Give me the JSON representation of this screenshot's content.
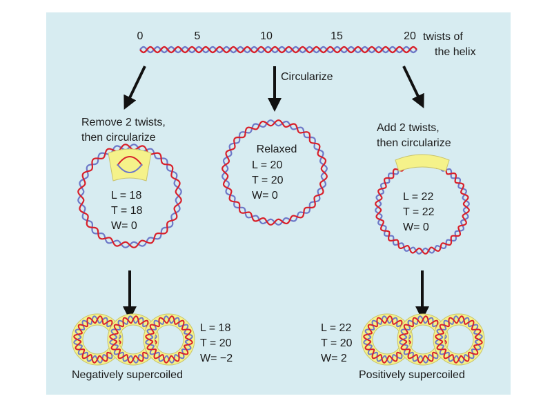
{
  "colors": {
    "background": "#d7ecf1",
    "strand_a": "#d8202a",
    "strand_b": "#6d78c8",
    "highlight": "#f5f28a",
    "arrow": "#111111"
  },
  "scale": {
    "ticks": [
      "0",
      "5",
      "10",
      "15",
      "20"
    ],
    "label_line1": "twists of",
    "label_line2": "the helix"
  },
  "center": {
    "action": "Circularize",
    "name": "Relaxed",
    "L": "L = 20",
    "T": "T = 20",
    "W": "W= 0"
  },
  "left": {
    "action_line1": "Remove 2 twists,",
    "action_line2": "then circularize",
    "L": "L = 18",
    "T": "T = 18",
    "W": "W= 0",
    "super": {
      "L": "L = 18",
      "T": "T = 20",
      "W": "W= −2",
      "name": "Negatively supercoiled"
    }
  },
  "right": {
    "action_line1": "Add 2 twists,",
    "action_line2": "then circularize",
    "L": "L = 22",
    "T": "T = 22",
    "W": "W= 0",
    "super": {
      "L": "L = 22",
      "T": "T = 20",
      "W": "W= 2",
      "name": "Positively supercoiled"
    }
  }
}
